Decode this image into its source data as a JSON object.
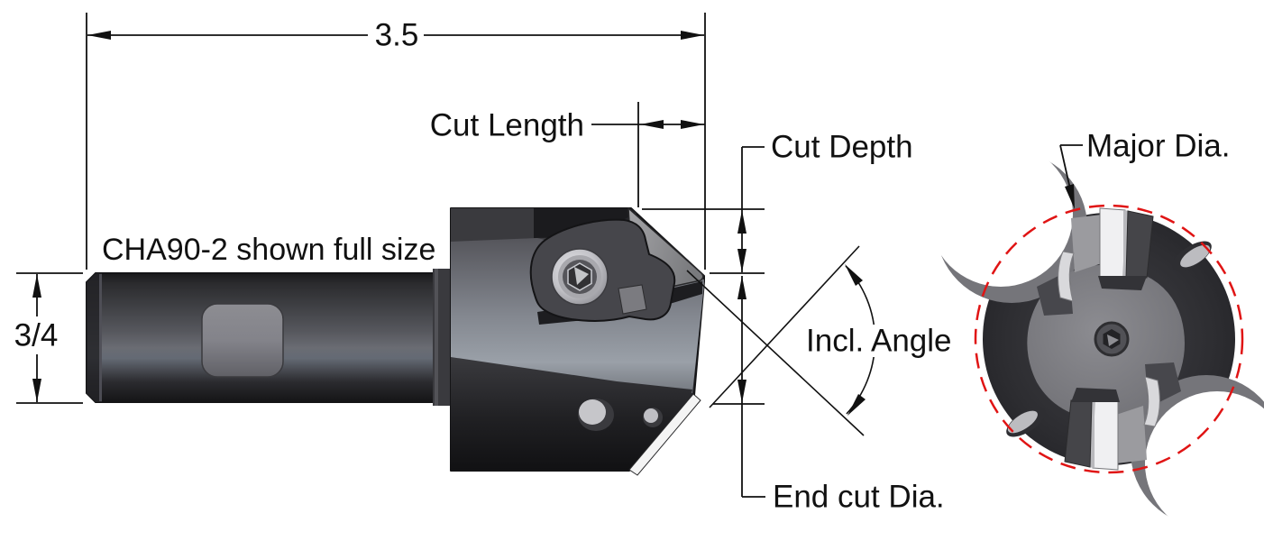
{
  "note": "CHA90-2 shown full size",
  "dimensions": {
    "overall_length": "3.5",
    "shank_diameter": "3/4",
    "cut_length": "Cut Length",
    "cut_depth": "Cut Depth",
    "included_angle": "Incl. Angle",
    "end_cut_diameter": "End cut Dia.",
    "major_diameter": "Major Dia."
  },
  "colors": {
    "line": "#111111",
    "major_dia_circle": "#e01414",
    "background": "#ffffff"
  }
}
